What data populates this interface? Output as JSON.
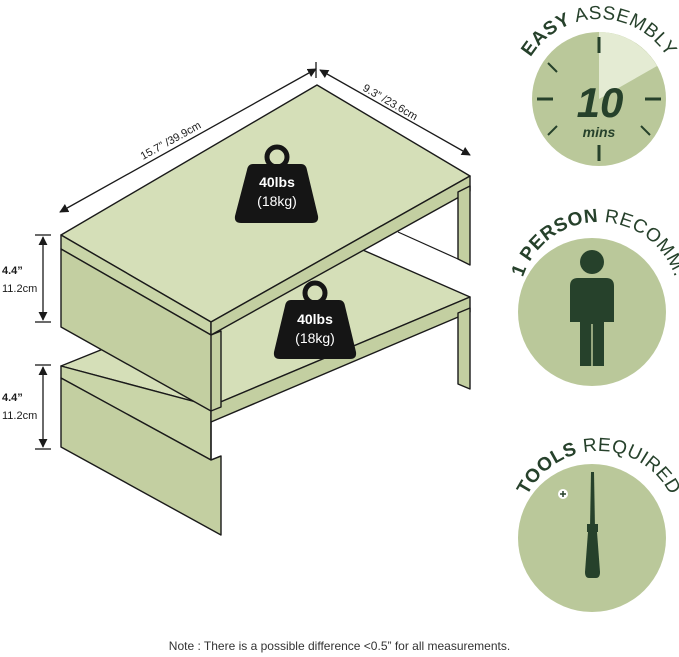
{
  "dimensions": {
    "width_label": "15.7” /39.9cm",
    "depth_label": "9.3” /23.6cm",
    "upper_height_in": "4.4”",
    "upper_height_cm": "11.2cm",
    "lower_height_in": "4.4”",
    "lower_height_cm": "11.2cm"
  },
  "capacity": {
    "upper": {
      "lbs": "40lbs",
      "kg": "(18kg)"
    },
    "lower": {
      "lbs": "40lbs",
      "kg": "(18kg)"
    }
  },
  "badges": {
    "assembly": {
      "title_strong": "EASY",
      "title_rest": " ASSEMBLY",
      "number": "10",
      "unit": "mins"
    },
    "person": {
      "title_strong": "1 PERSON",
      "title_rest": " RECOMM."
    },
    "tools": {
      "title_strong": "TOOLS",
      "title_rest": " REQUIRED"
    }
  },
  "colors": {
    "badge_background": "#bac89a",
    "badge_ink": "#26412b",
    "shelf_fill": "#d5dfb8",
    "outline": "#1a1a1a"
  },
  "icons": [
    "weight-icon",
    "stopwatch-icon",
    "person-icon",
    "screwdriver-icon"
  ],
  "note": "Note : There is a possible difference <0.5” for all measurements."
}
